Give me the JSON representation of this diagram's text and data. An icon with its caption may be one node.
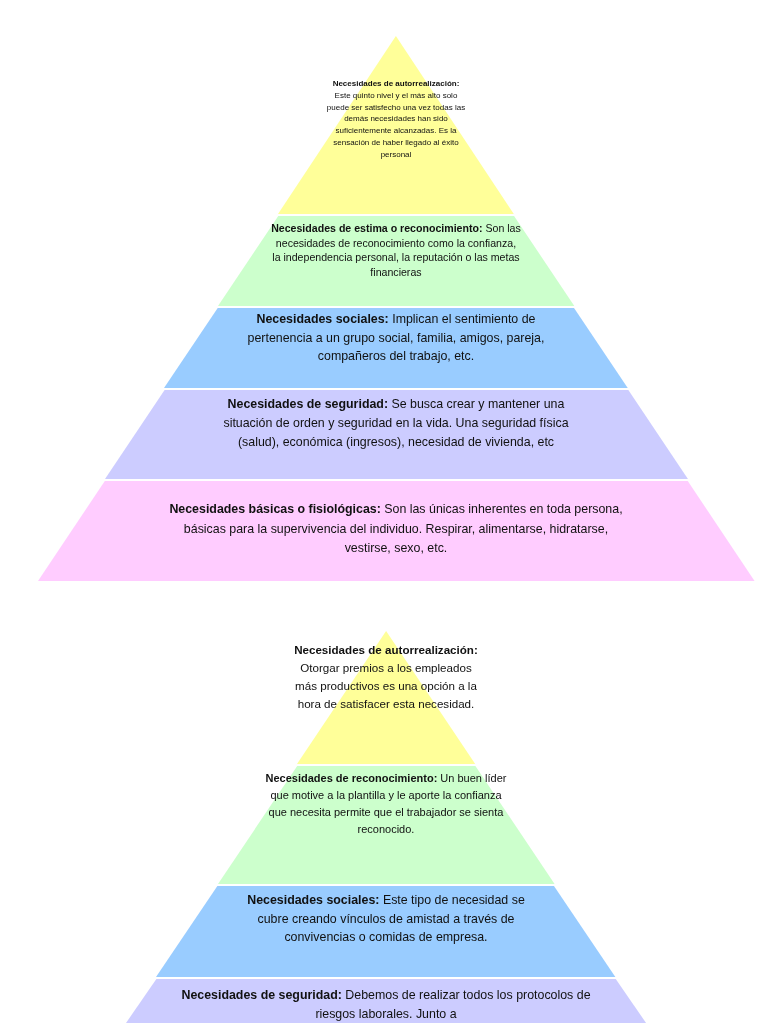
{
  "diagram": {
    "nodes": [
      {
        "text": [
          "**Necesidades de autorrealización:** Este quinto nivel y el más alto solo puede ser satisfecho una vez todas las demás necesidades han sido suficientemente alcanzadas. Es la sensación de haber llegado al éxito personal"
        ]
      },
      {
        "text": [
          "**Necesidades de estima o reconocimiento:** Son las necesidades de reconocimiento como la confianza, la independencia personal, la reputación o las metas financieras"
        ]
      },
      {
        "text": [
          "**Necesidades sociales:** Implican el sentimiento de pertenencia a un grupo social, familia, amigos, pareja, compañeros del trabajo, etc."
        ]
      },
      {
        "text": [
          "**Necesidades de seguridad:** Se busca crear y mantener una situación de orden y seguridad en la vida. Una seguridad física (salud), económica (ingresos), necesidad de vivienda, etc"
        ]
      },
      {
        "text": [
          "**Necesidades básicas o fisiológicas:** Son las únicas inherentes en toda persona, básicas para la supervivencia del individuo. Respirar, alimentarse, hidratarse, vestirse, sexo, etc."
        ]
      },
      {
        "text": [
          "**Necesidades de autorrealización:** Otorgar premios a los empleados más productivos es una opción a la hora de satisfacer esta necesidad."
        ]
      },
      {
        "text": [
          "**Necesidades de reconocimiento:** Un buen líder que motive a la plantilla y le aporte la confianza que necesita permite que el trabajador se sienta reconocido."
        ]
      },
      {
        "text": [
          "**Necesidades sociales:** Este tipo de necesidad se cubre creando vínculos de amistad a través de convivencias o comidas de empresa."
        ]
      },
      {
        "text": [
          "**Necesidades de seguridad:** Debemos de realizar todos los protocolos de riesgos laborales. Junto a"
        ]
      }
    ]
  }
}
